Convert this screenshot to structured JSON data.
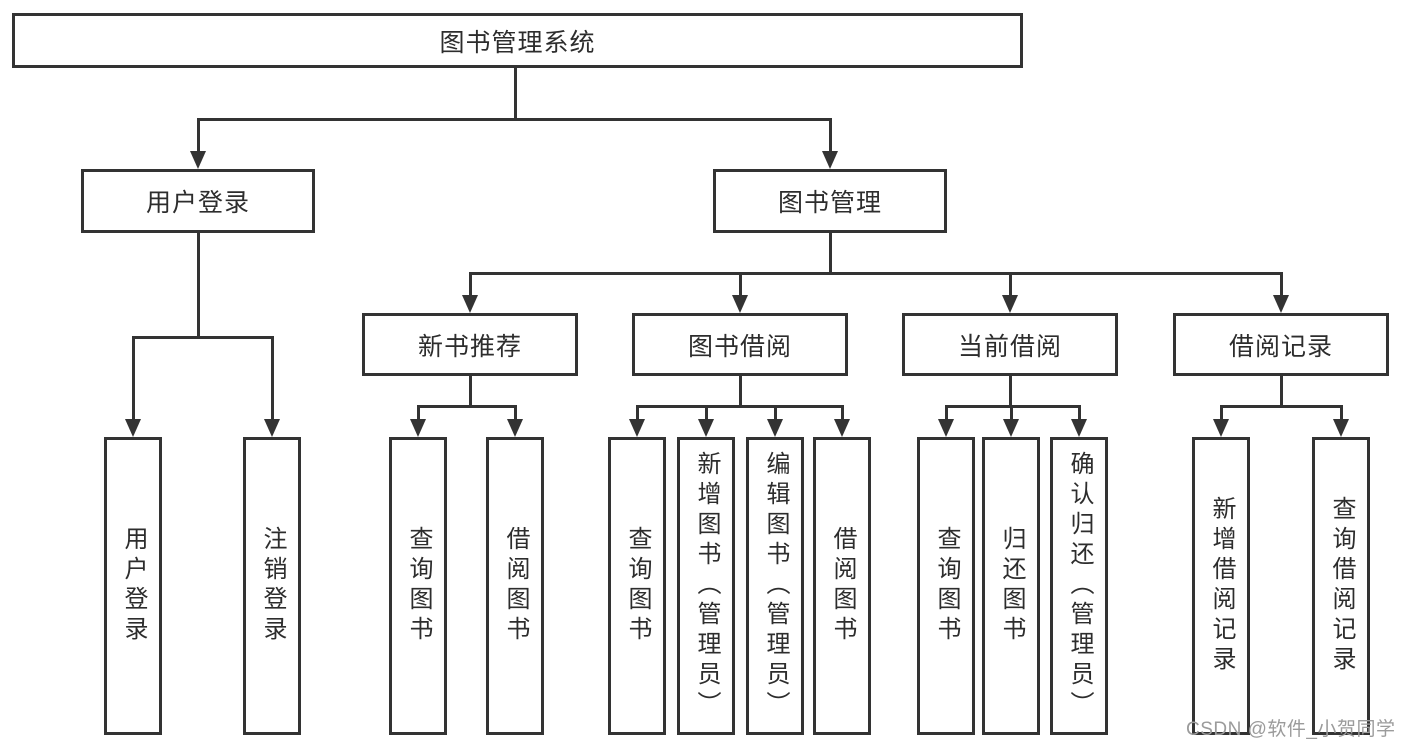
{
  "diagram": {
    "nodes": {
      "root": "图书管理系统",
      "level2": [
        "用户登录",
        "图书管理"
      ],
      "level3": [
        "新书推荐",
        "图书借阅",
        "当前借阅",
        "借阅记录"
      ],
      "leaves": [
        "用户登录",
        "注销登录",
        "查询图书",
        "借阅图书",
        "查询图书",
        "新增图书（管理员）",
        "编辑图书（管理员）",
        "借阅图书",
        "查询图书",
        "归还图书",
        "确认归还（管理员）",
        "新增借阅记录",
        "查询借阅记录"
      ]
    },
    "watermark": "CSDN @软件_小贺同学",
    "colors": {
      "line": "#333333",
      "text": "#2d2d2d",
      "watermark": "#9b9b9b",
      "background": "#ffffff"
    }
  }
}
